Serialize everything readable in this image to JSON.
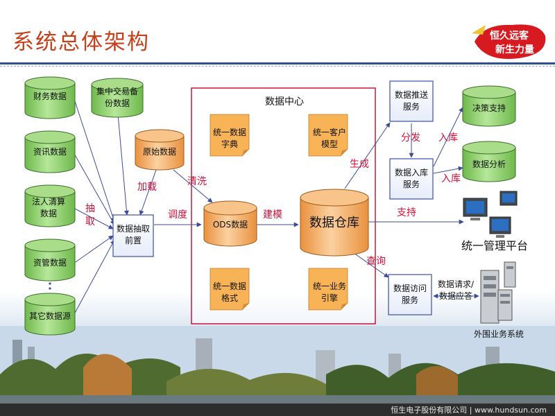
{
  "slide": {
    "title": "系统总体架构",
    "footer": "恒生电子股份有限公司 | www.hundsun.com",
    "logo_line1": "恒久远客",
    "logo_line2": "新生力量"
  },
  "sources": [
    "财务数据",
    "资讯数据",
    "法人清算数据",
    "资管数据",
    "其它数据源"
  ],
  "top_source": "集中交易备份数据",
  "raw_data": "原始数据",
  "extract_front": "数据抽取前置",
  "data_center": {
    "title": "数据中心",
    "notes": [
      "统一数据字典",
      "统一客户模型",
      "统一数据格式",
      "统一业务引擎"
    ]
  },
  "ods": "ODS数据",
  "warehouse": "数据仓库",
  "push_service": "数据推送服务",
  "storage_service": "数据入库服务",
  "access_service": "数据访问服务",
  "targets": [
    "决策支持",
    "数据分析"
  ],
  "platform_label": "统一管理平台",
  "external_label": "外围业务系统",
  "request_label": "数据请求/数据应答",
  "edge_labels": {
    "extract": "抽取",
    "load": "加载",
    "clean": "清洗",
    "dispatch": "调度",
    "model": "建模",
    "generate": "生成",
    "distribute": "分发",
    "store1": "入库",
    "store2": "入库",
    "support": "支持",
    "query": "查询"
  },
  "colors": {
    "green_cyl": "#8fd16b",
    "orange_cyl": "#f5b066",
    "note_orange": "#f7b356",
    "box_border": "#3b4fa3",
    "center_border": "#d0103a",
    "arrow": "#3a4b9a",
    "title": "#c5401a"
  },
  "icons": [
    "computer-icon",
    "server-icon"
  ]
}
